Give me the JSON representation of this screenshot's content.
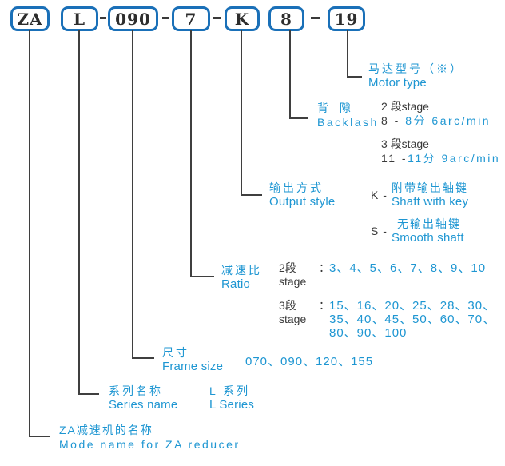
{
  "colors": {
    "box_border_blue": "#1a70b8",
    "label_blue": "#1e96d2",
    "dark_text": "#3a3a3a",
    "connector_line": "#3f3f3f"
  },
  "code": {
    "boxes": [
      "ZA",
      "L",
      "090",
      "7",
      "K",
      "8",
      "19"
    ],
    "separator": "-"
  },
  "sections": {
    "motor_type": {
      "zh": "马达型号（※）",
      "en": "Motor type"
    },
    "backlash": {
      "zh": "背 隙",
      "en": "Backlash",
      "stage2": {
        "label": "2 段stage",
        "prefix": "8 - ",
        "value": "8分 6arc/min"
      },
      "stage3": {
        "label": "3 段stage",
        "prefix": "11 -",
        "value": "11分 9arc/min"
      }
    },
    "output_style": {
      "zh": "输出方式",
      "en": "Output style",
      "options": [
        {
          "key": "K -",
          "zh": "附带输出轴键",
          "en": "Shaft with key"
        },
        {
          "key": "S -",
          "zh": "无输出轴键",
          "en": "Smooth shaft"
        }
      ]
    },
    "ratio": {
      "zh": "减速比",
      "en": "Ratio",
      "stage2": {
        "label_zh": "2段",
        "label_en": "stage",
        "colon": "：",
        "values": "3、4、5、6、7、8、9、10"
      },
      "stage3": {
        "label_zh": "3段",
        "label_en": "stage",
        "colon": "：",
        "lines": [
          "15、16、20、25、28、30、",
          "35、40、45、50、60、70、",
          "80、90、100"
        ]
      }
    },
    "frame_size": {
      "zh": "尺寸",
      "en": "Frame size",
      "values": "070、090、120、155"
    },
    "series_name": {
      "zh": "系列名称",
      "en": "Series name",
      "value_zh": "L 系列",
      "value_en": "L Series"
    },
    "model_name": {
      "zh": "ZA减速机的名称",
      "en": "Mode name for ZA reducer"
    }
  }
}
